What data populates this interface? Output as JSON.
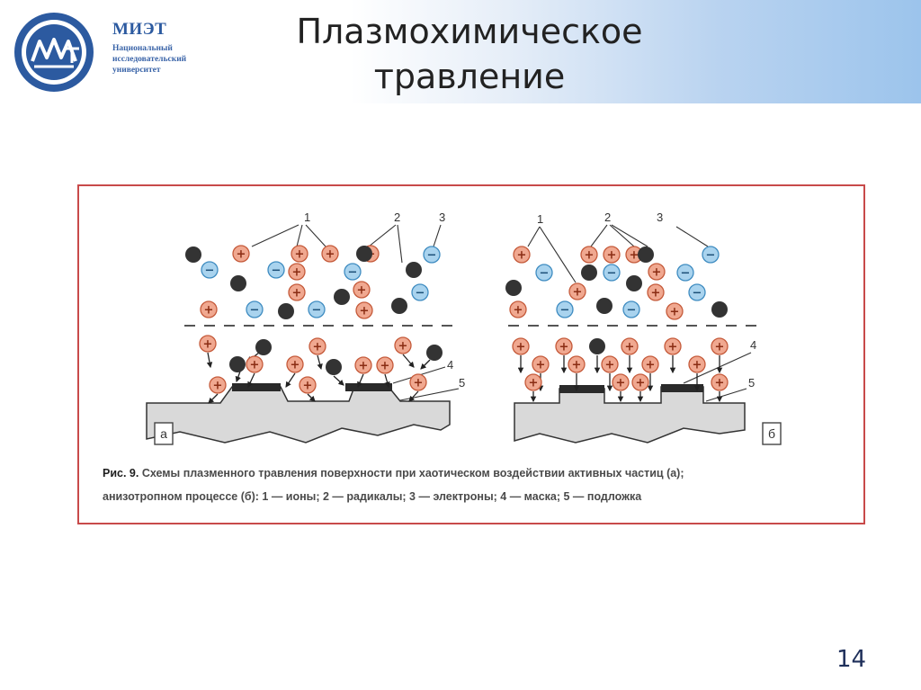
{
  "header": {
    "org_name": "МИЭТ",
    "org_sub": [
      "Национальный",
      "исследовательский",
      "университет"
    ],
    "title_lines": [
      "Плазмохимическое",
      "травление"
    ]
  },
  "figure": {
    "caption_ref": "Рис. 9.",
    "caption_text_1": "Схемы плазменного травления поверхности при хаотическом воздействии активных частиц (а);",
    "caption_text_2": "анизотропном процессе (б): 1 — ионы; 2 — радикалы; 3 — электроны; 4 — маска; 5 — подложка",
    "panel_a": {
      "badge": "а",
      "labels": [
        "1",
        "2",
        "3",
        "4",
        "5"
      ]
    },
    "panel_b": {
      "badge": "б",
      "labels": [
        "1",
        "2",
        "3",
        "4",
        "5"
      ]
    },
    "ion_glyph": "+",
    "electron_glyph": "−"
  },
  "slide_number": "14",
  "colors": {
    "ion": "#f0a890",
    "ion_stroke": "#c55a3a",
    "electron": "#a9d3ee",
    "electron_stroke": "#3f8cc1",
    "radical": "#333333",
    "frame": "#c84a4a",
    "substrate": "#d9d9d9",
    "mask": "#2a2a2a"
  }
}
